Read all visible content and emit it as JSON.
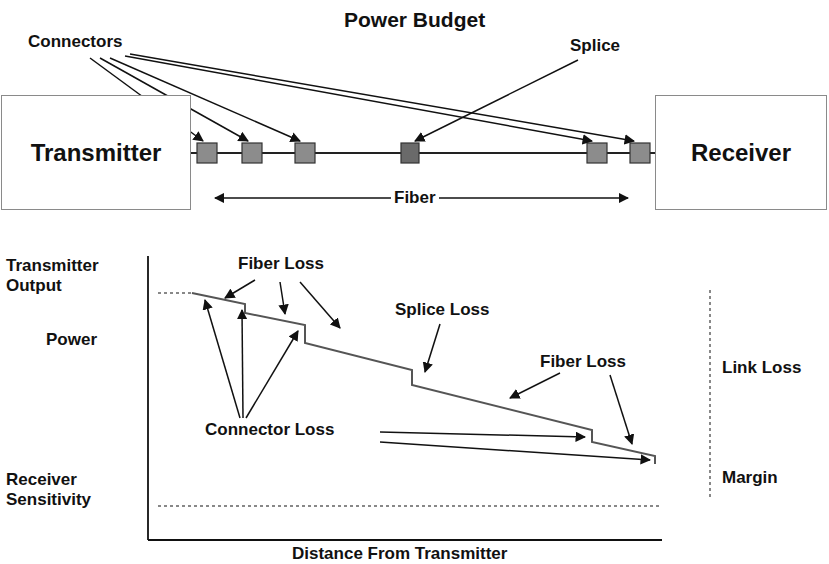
{
  "diagram": {
    "title": "Power Budget",
    "nodes": [
      {
        "text": [
          "Transmitter"
        ]
      },
      {
        "text": [
          "Receiver"
        ]
      }
    ],
    "edges": [
      {
        "from": 0,
        "to": 1,
        "arrow": "none"
      }
    ],
    "labels": [
      "Connectors",
      "Splice",
      "Fiber",
      "Transmitter Output",
      "Power",
      "Fiber Loss",
      "Splice Loss",
      "Fiber Loss",
      "Connector Loss",
      "Link Loss",
      "Receiver Sensitivity",
      "Margin",
      "Distance From Transmitter"
    ]
  }
}
